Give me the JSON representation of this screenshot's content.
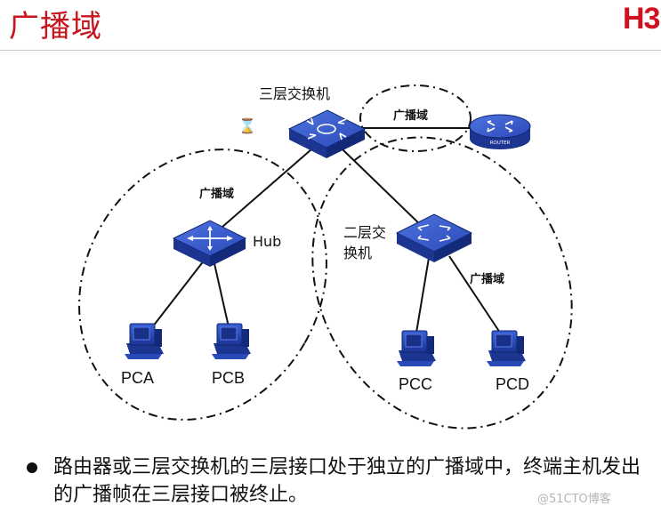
{
  "header": {
    "title": "广播域",
    "logo_text": "H3"
  },
  "diagram": {
    "core_switch_label": "三层交换机",
    "router_name": "ROUTER",
    "l2_switch_label_line1": "二层交",
    "l2_switch_label_line2": "换机",
    "hub_label": "Hub",
    "broadcast_domains": {
      "router_link": "广播域",
      "hub_side": "广播域",
      "switch_side": "广播域"
    },
    "hosts": [
      "PCA",
      "PCB",
      "PCC",
      "PCD"
    ]
  },
  "bullet": {
    "text": "路由器或三层交换机的三层接口处于独立的广播域中，终端主机发出的广播帧在三层接口被终止。"
  },
  "watermark": "@51CTO博客",
  "colors": {
    "title": "#c8141e",
    "device_blue": "#1d3a9c",
    "device_top": "#3b5fd0"
  }
}
